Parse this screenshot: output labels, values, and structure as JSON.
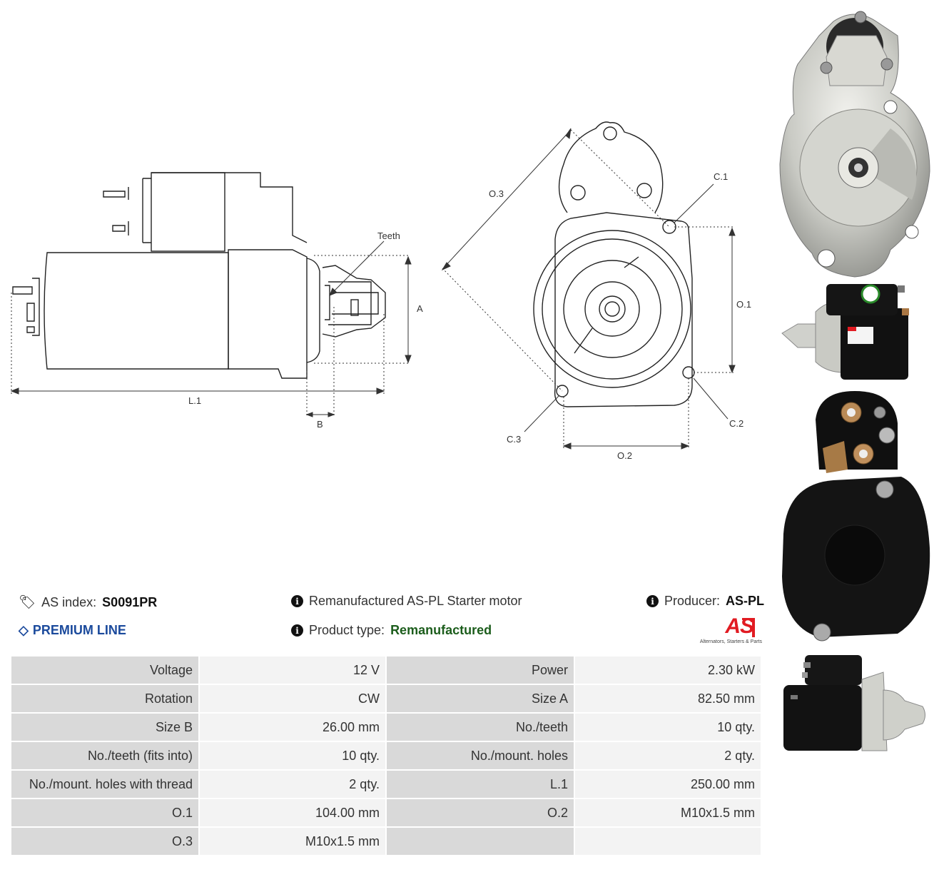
{
  "diagram": {
    "labels": {
      "teeth": "Teeth",
      "a": "A",
      "l1": "L.1",
      "b": "B",
      "o3": "O.3",
      "c1": "C.1",
      "o1": "O.1",
      "c2": "C.2",
      "c3": "C.3",
      "o2": "O.2"
    }
  },
  "header": {
    "as_index_label": "AS index:",
    "as_index_value": "S0091PR",
    "premium_line": "PREMIUM LINE",
    "description": "Remanufactured AS-PL Starter motor",
    "product_type_label": "Product type:",
    "product_type_value": "Remanufactured",
    "producer_label": "Producer:",
    "producer_value": "AS-PL",
    "logo_text": "AS",
    "logo_tagline": "Alternators, Starters & Parts"
  },
  "specs": [
    [
      "Voltage",
      "12 V",
      "Power",
      "2.30 kW"
    ],
    [
      "Rotation",
      "CW",
      "Size A",
      "82.50 mm"
    ],
    [
      "Size B",
      "26.00 mm",
      "No./teeth",
      "10 qty."
    ],
    [
      "No./teeth (fits into)",
      "10 qty.",
      "No./mount. holes",
      "2 qty."
    ],
    [
      "No./mount. holes with thread",
      "2 qty.",
      "L.1",
      "250.00 mm"
    ],
    [
      "O.1",
      "104.00 mm",
      "O.2",
      "M10x1.5 mm"
    ],
    [
      "O.3",
      "M10x1.5 mm",
      "",
      ""
    ]
  ],
  "colors": {
    "key_cell": "#d9d9d9",
    "value_cell": "#f3f3f3",
    "premium": "#1b4a9c",
    "product_type": "#1c5d1c",
    "logo_red": "#e11b22"
  }
}
